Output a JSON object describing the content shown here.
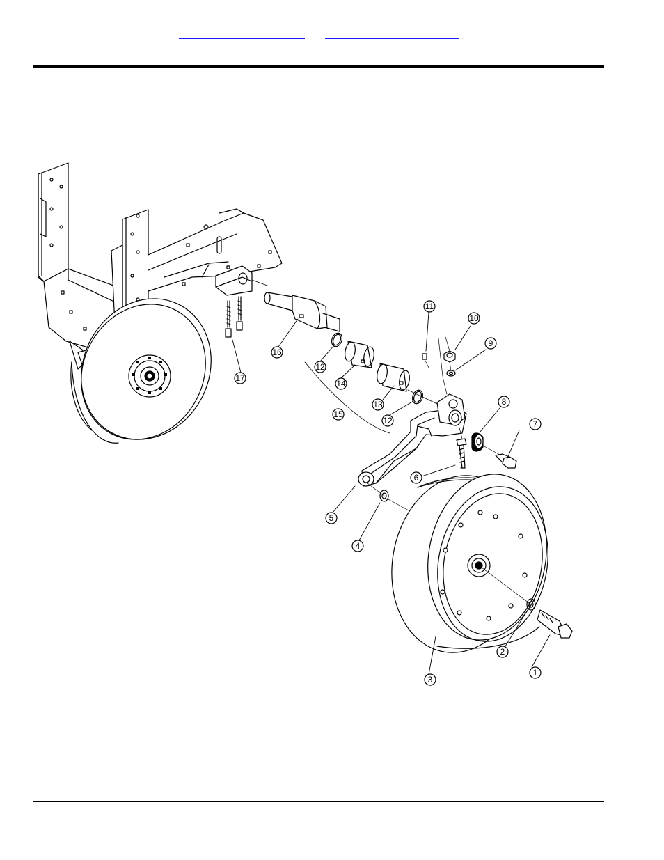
{
  "header": {
    "link_left": "",
    "link_right": ""
  },
  "callouts": [
    "1",
    "2",
    "3",
    "4",
    "5",
    "6",
    "7",
    "8",
    "9",
    "10",
    "11",
    "12",
    "12",
    "13",
    "14",
    "15",
    "16",
    "17"
  ],
  "colors": {
    "link": "#1a1aff",
    "line": "#000000"
  }
}
